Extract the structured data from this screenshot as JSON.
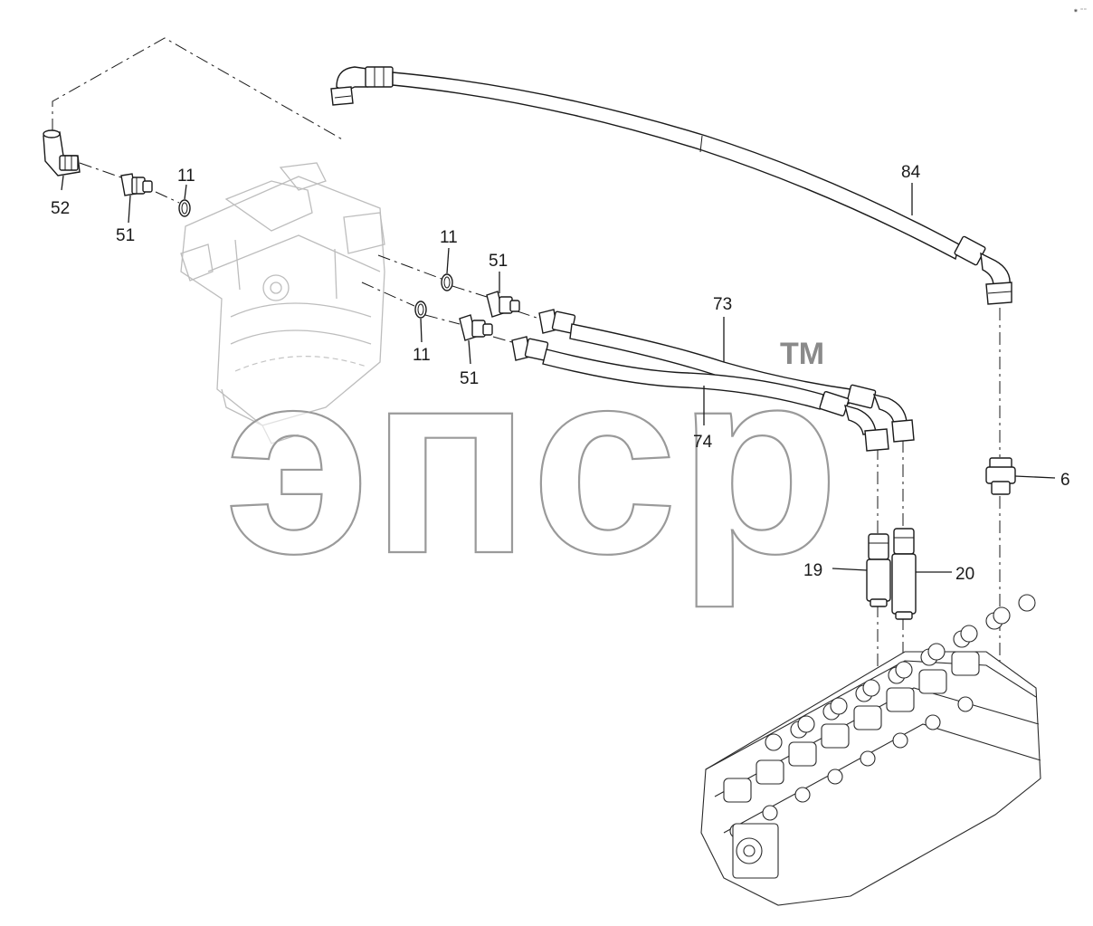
{
  "diagram": {
    "watermark": {
      "text": "эпср",
      "trademark": "TM"
    },
    "corner_mark": "⁕ ⁼⁼",
    "callouts": [
      {
        "id": "c52",
        "text": "52"
      },
      {
        "id": "c51a",
        "text": "51"
      },
      {
        "id": "c11a",
        "text": "11"
      },
      {
        "id": "c11b",
        "text": "11"
      },
      {
        "id": "c51b",
        "text": "51"
      },
      {
        "id": "c11c",
        "text": "11"
      },
      {
        "id": "c51c",
        "text": "51"
      },
      {
        "id": "c73",
        "text": "73"
      },
      {
        "id": "c74",
        "text": "74"
      },
      {
        "id": "c84",
        "text": "84"
      },
      {
        "id": "c6",
        "text": "6"
      },
      {
        "id": "c19",
        "text": "19"
      },
      {
        "id": "c20",
        "text": "20"
      }
    ]
  }
}
